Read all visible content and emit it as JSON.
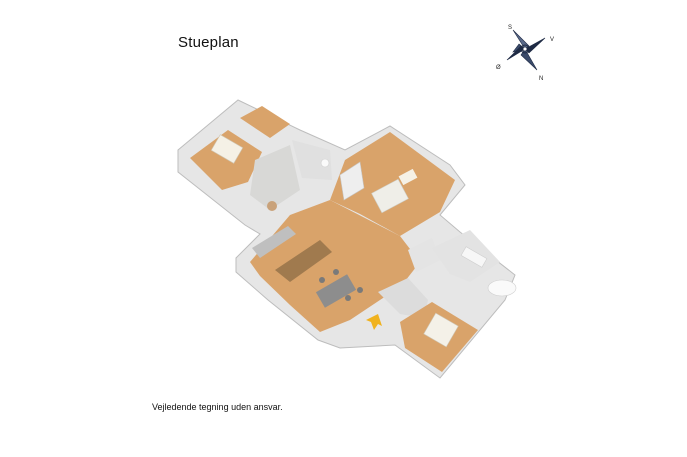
{
  "title": "Stueplan",
  "disclaimer": "Vejledende tegning uden ansvar.",
  "compass": {
    "labels": {
      "south": "S",
      "west": "V",
      "north": "N",
      "east": "Ø"
    }
  },
  "colors": {
    "floor_wood": "#d9a36a",
    "wall": "#f2f2f2",
    "entrance_arrow": "#f0b21e"
  }
}
